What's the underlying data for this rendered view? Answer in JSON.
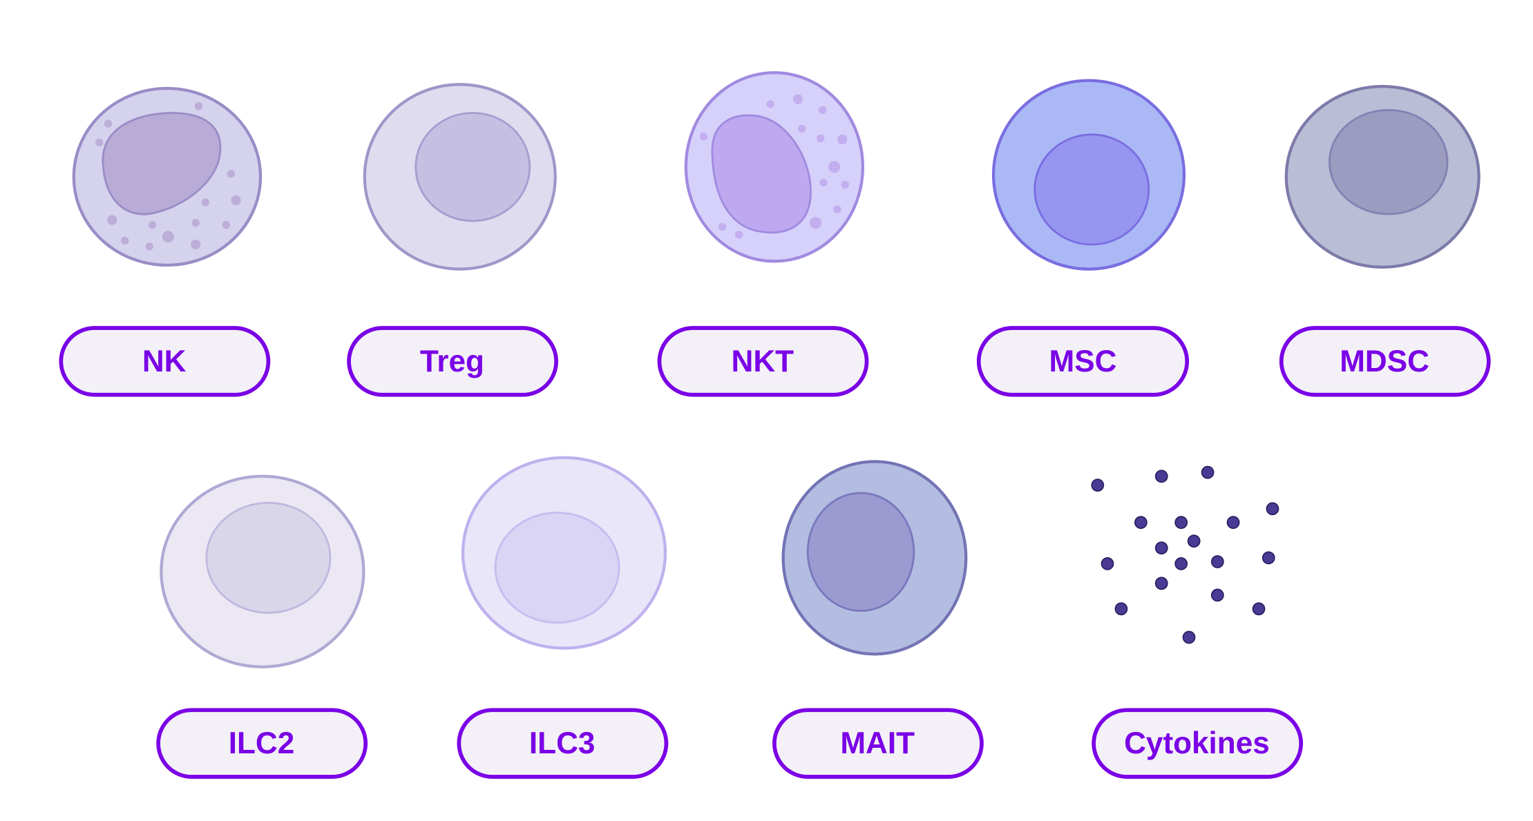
{
  "colors": {
    "label_text": "#7a00e6",
    "label_border": "#7a00e6",
    "label_fill": "#f3f0f7",
    "cytokine": "#4a3a94"
  },
  "cells": [
    {
      "id": "nk",
      "label": "NK"
    },
    {
      "id": "treg",
      "label": "Treg"
    },
    {
      "id": "nkt",
      "label": "NKT"
    },
    {
      "id": "msc",
      "label": "MSC"
    },
    {
      "id": "mdsc",
      "label": "MDSC"
    },
    {
      "id": "ilc2",
      "label": "ILC2"
    },
    {
      "id": "ilc3",
      "label": "ILC3"
    },
    {
      "id": "mait",
      "label": "MAIT"
    },
    {
      "id": "cytokines",
      "label": "Cytokines"
    }
  ]
}
